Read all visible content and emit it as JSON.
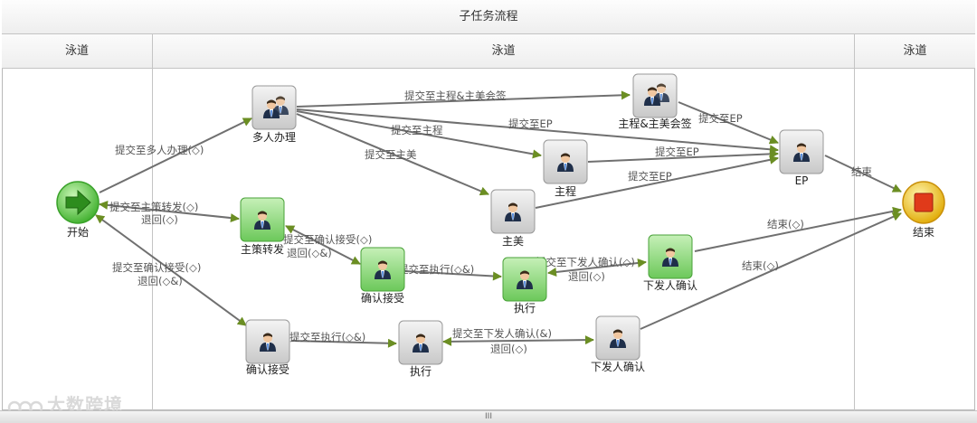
{
  "title": "子任务流程",
  "lanes": [
    "泳道",
    "泳道",
    "泳道"
  ],
  "nodes": {
    "start": "开始",
    "duoren": "多人办理",
    "zhuchengmeihuiqian": "主程&主美会签",
    "ep": "EP",
    "zhucheng": "主程",
    "zhumei": "主美",
    "zhucezhuanfa": "主策转发",
    "queren1": "确认接受",
    "zhixing1": "执行",
    "xiafa1": "下发人确认",
    "queren2": "确认接受",
    "zhixing2": "执行",
    "xiafa2": "下发人确认",
    "end": "结束"
  },
  "edges": {
    "e1": "提交至多人办理(◇)",
    "e2": "提交至主程&主美会签",
    "e3": "提交至主程",
    "e4": "提交至EP",
    "e5": "提交至主美",
    "e6": "提交至EP",
    "e7": "提交至EP",
    "e8": "提交至EP",
    "e9": "结束",
    "e10": "提交至主策转发(◇)",
    "e10b": "退回(◇)",
    "e11": "提交至确认接受(◇)",
    "e11b": "退回(◇&)",
    "e12": "提交至执行(◇&)",
    "e13": "提交至下发人确认(◇)",
    "e13b": "退回(◇)",
    "e14": "结束(◇)",
    "e15": "提交至确认接受(◇)",
    "e15b": "退回(◇&)",
    "e16": "提交至执行(◇&)",
    "e17": "提交至下发人确认(&)",
    "e17b": "退回(◇)",
    "e18": "结束(◇)"
  },
  "footer": {
    "grip": "III"
  },
  "watermark": "大数跨境",
  "colors": {
    "edge": "#707070",
    "arrow": "#6b8e23",
    "active": "#7ccf6b",
    "node": "#dcdcdc",
    "start": "#5fcf3f",
    "end": "#f0c020"
  }
}
